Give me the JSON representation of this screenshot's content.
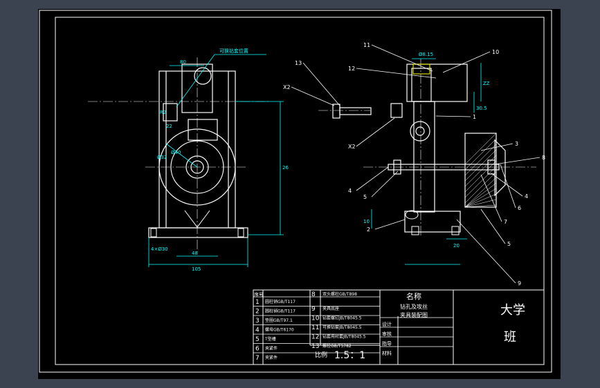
{
  "drawing": {
    "colors": {
      "background": "#3b4350",
      "paper": "#000000",
      "frame": "#ffffff",
      "part": "#ffffff",
      "dimension": "#00ffff",
      "callout": "#ffffff",
      "center_line": "#ffffff",
      "hatch": "#ffffff",
      "accent": "#ffff00"
    },
    "left_view": {
      "note": "可换钻套位置",
      "dims": [
        "80",
        "R2",
        "22",
        "Ø40",
        "Ø32",
        "48",
        "4×Ø30",
        "105",
        "26"
      ]
    },
    "right_view": {
      "dims": [
        "Ø8.15",
        "ZZ",
        "30.5",
        "10",
        "20"
      ],
      "callouts": [
        "1",
        "2",
        "3",
        "4",
        "4",
        "5",
        "5",
        "6",
        "7",
        "8",
        "9",
        "10",
        "11",
        "12",
        "13",
        "X2",
        "X2"
      ]
    },
    "title_block": {
      "header": "序号",
      "parts_left": [
        {
          "no": "1",
          "name": "圆柱销GB/T117"
        },
        {
          "no": "2",
          "name": "圆柱销GB/T117"
        },
        {
          "no": "3",
          "name": "垫圈GB/T97.1"
        },
        {
          "no": "4",
          "name": "螺母GB/T6170"
        },
        {
          "no": "5",
          "name": "T型槽"
        },
        {
          "no": "6",
          "name": "夹紧件"
        },
        {
          "no": "7",
          "name": "夹紧件"
        }
      ],
      "parts_right": [
        {
          "no": "8",
          "name": "双头螺柱GB/T898"
        },
        {
          "no": "9",
          "name": "夹具底座"
        },
        {
          "no": "10",
          "name": "钻套螺钉JB/T8045.5"
        },
        {
          "no": "11",
          "name": "可换钻套JB/T8045.5"
        },
        {
          "no": "12",
          "name": "钻套用衬套JB/T8045.5"
        },
        {
          "no": "13",
          "name": "螺栓GB/T5782"
        }
      ],
      "name_label": "名称",
      "drawing_name_1": "钻孔及攻丝",
      "drawing_name_2": "夹具装配图",
      "signatures": [
        "设计",
        "审核",
        "指导",
        "材料"
      ],
      "scale_label": "比例",
      "scale_value": "1.5：1",
      "school": "大学",
      "class": "班"
    }
  }
}
